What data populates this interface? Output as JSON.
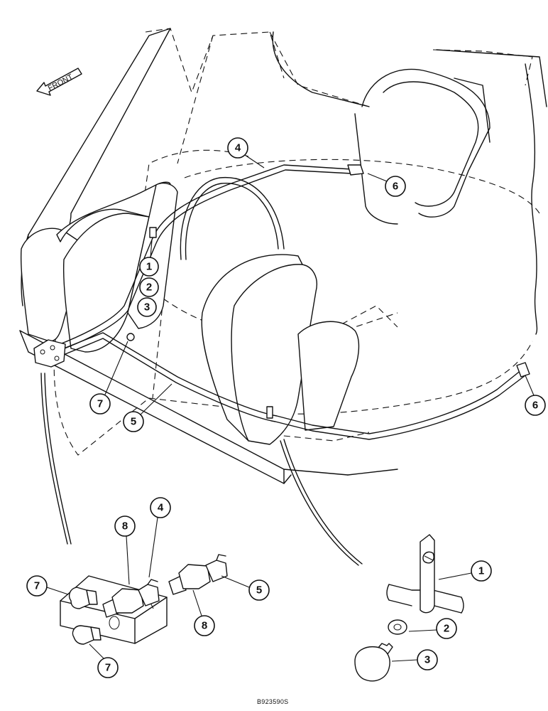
{
  "front_label": "FRONT",
  "figure_code": "B923590S",
  "callouts": {
    "c4_top": "4",
    "c6_top": "6",
    "c1_main": "1",
    "c2_main": "2",
    "c3_main": "3",
    "c7_main": "7",
    "c5_main": "5",
    "c6_right": "6",
    "c8_left": "8",
    "c4_detail": "4",
    "c7_detail_upper": "7",
    "c7_detail_lower": "7",
    "c5_detail": "5",
    "c8_detail_right": "8",
    "c1_clamp": "1",
    "c2_clamp": "2",
    "c3_clamp": "3"
  }
}
